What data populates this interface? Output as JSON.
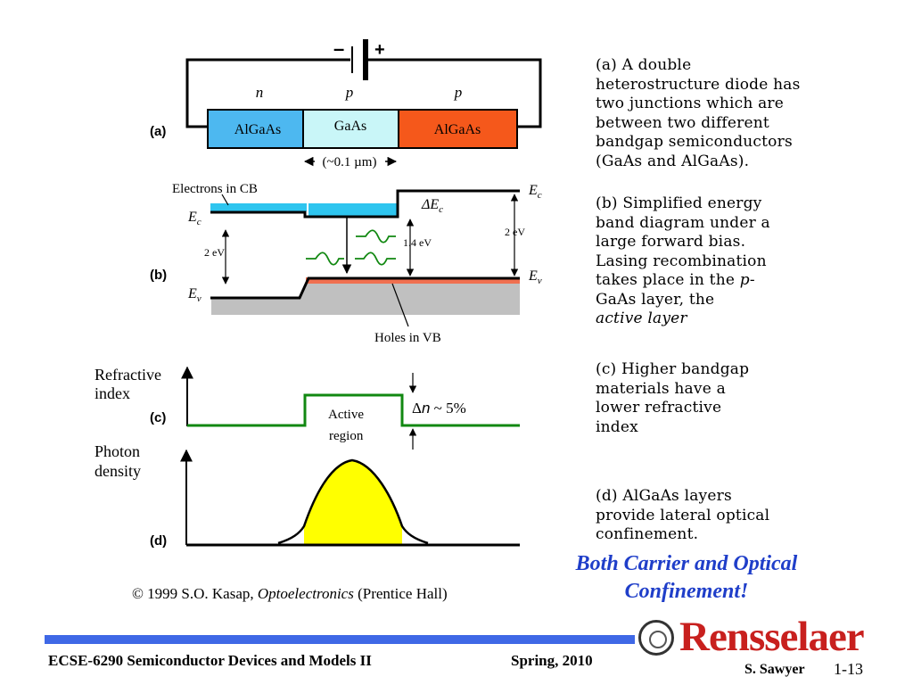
{
  "panel_labels": {
    "a": "(a)",
    "b": "(b)",
    "c": "(c)",
    "d": "(d)"
  },
  "layers": [
    {
      "type": "n",
      "material": "AlGaAs",
      "color": "#4db8f0"
    },
    {
      "type": "p",
      "material": "GaAs",
      "color": "#c9f6f8"
    },
    {
      "type": "p",
      "material": "AlGaAs",
      "color": "#f5581b"
    }
  ],
  "thickness_label": "(~0.1 µm)",
  "battery": {
    "minus": "–",
    "plus": "+"
  },
  "band": {
    "electrons_label": "Electrons in CB",
    "holes_label": "Holes in VB",
    "ec": "E",
    "ev": "E",
    "sub_c": "c",
    "sub_v": "v",
    "delta_ec": "ΔE",
    "gap_left": "2 eV",
    "gap_mid": "1.4 eV",
    "gap_right": "2 eV",
    "cb_color": "#2ec5ef",
    "vb_holes_color": "#f07050",
    "vb_fill_color": "#c0c0c0"
  },
  "refractive": {
    "ylabel_1": "Refractive",
    "ylabel_2": "index",
    "active_1": "Active",
    "active_2": "region",
    "delta_symbol": "Δ",
    "delta_n": "n",
    "delta_value": " ~ 5%",
    "line_color": "#118811"
  },
  "photon": {
    "ylabel_1": "Photon",
    "ylabel_2": "density",
    "fill_color": "#ffff00"
  },
  "descriptions": {
    "a": [
      "(a) A double",
      "heterostructure diode has",
      "two junctions which are",
      "between two different",
      "bandgap semiconductors",
      "(GaAs and AlGaAs)."
    ],
    "b_lines": [
      "(b) Simplified energy",
      "band diagram under a",
      "large forward bias.",
      "Lasing recombination"
    ],
    "b_takes": "takes place in the ",
    "b_p": "p",
    "b_dash": "-",
    "b_lines2": [
      "GaAs layer, the"
    ],
    "b_active": "active layer",
    "c": [
      "(c) Higher bandgap",
      "materials have a",
      "lower refractive",
      "index"
    ],
    "d": [
      "(d) AlGaAs layers",
      "provide lateral optical",
      "confinement."
    ]
  },
  "conclusion": [
    "Both Carrier and Optical",
    "Confinement!"
  ],
  "copyright": {
    "prefix": "© 1999 S.O. Kasap, ",
    "book": "Optoelectronics",
    "suffix": " (Prentice Hall)"
  },
  "footer": {
    "course": "ECSE-6290 Semiconductor Devices and Models II",
    "term": "Spring, 2010",
    "author": "S. Sawyer",
    "slide": "1-13",
    "logo_text": "Rensselaer",
    "accent": "#3f68e6",
    "logo_color": "#c8201e"
  }
}
